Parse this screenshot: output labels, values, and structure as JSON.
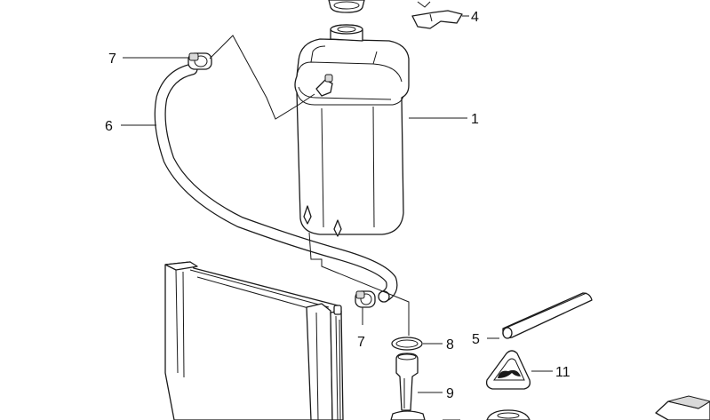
{
  "diagram": {
    "callouts": [
      {
        "id": "c1",
        "text": "1"
      },
      {
        "id": "c4",
        "text": "4"
      },
      {
        "id": "c5",
        "text": "5"
      },
      {
        "id": "c6",
        "text": "6"
      },
      {
        "id": "c7a",
        "text": "7"
      },
      {
        "id": "c7b",
        "text": "7"
      },
      {
        "id": "c8",
        "text": "8"
      },
      {
        "id": "c9",
        "text": "9"
      },
      {
        "id": "c11",
        "text": "11"
      }
    ]
  },
  "colors": {
    "line": "#1a1a1a",
    "background": "#ffffff",
    "shade": "#d9d9d9"
  },
  "icons": {
    "warning_label": "hot-coolant-warning-icon",
    "nav_arrow": "arrow-right-icon"
  }
}
